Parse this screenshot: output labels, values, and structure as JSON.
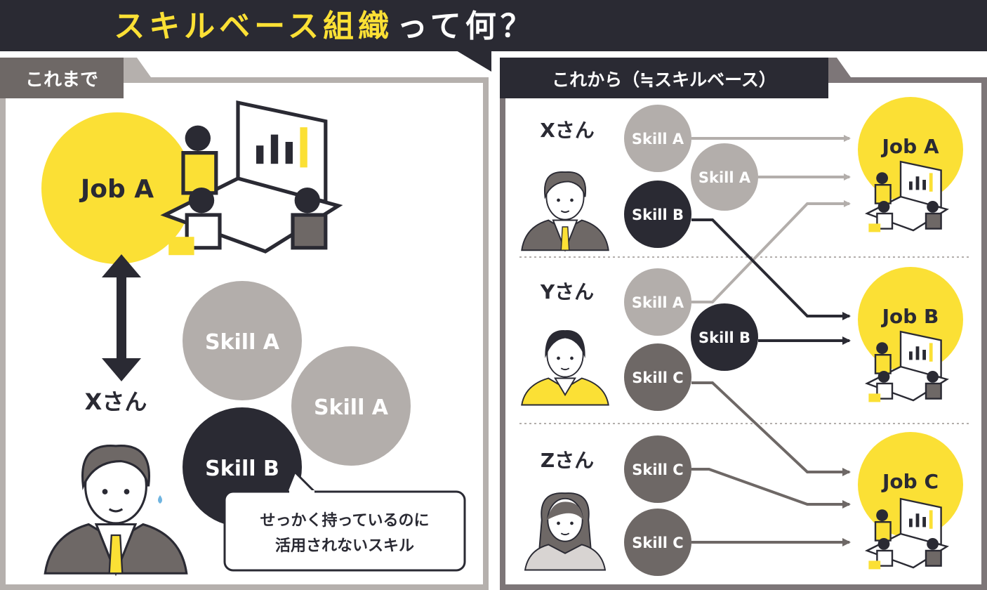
{
  "title": {
    "highlight": "スキルベース組織",
    "rest": "って何？"
  },
  "left_panel": {
    "tab": "これまで",
    "job": "Job A",
    "person": "Xさん",
    "skills": [
      "Skill A",
      "Skill A",
      "Skill B"
    ],
    "callout_line1": "せっかく持っているのに",
    "callout_line2": "活用されないスキル"
  },
  "right_panel": {
    "tab": "これから（≒スキルベース）",
    "people": [
      {
        "name": "Xさん",
        "skills": [
          "Skill A",
          "Skill A",
          "Skill B"
        ]
      },
      {
        "name": "Yさん",
        "skills": [
          "Skill A",
          "Skill B",
          "Skill C"
        ]
      },
      {
        "name": "Zさん",
        "skills": [
          "Skill C",
          "Skill C"
        ]
      }
    ],
    "jobs": [
      "Job A",
      "Job B",
      "Job C"
    ]
  },
  "colors": {
    "dark": "#2a2a33",
    "yellow": "#fbe035",
    "skill_light": "#b3aeab",
    "skill_mid": "#6e6866"
  }
}
